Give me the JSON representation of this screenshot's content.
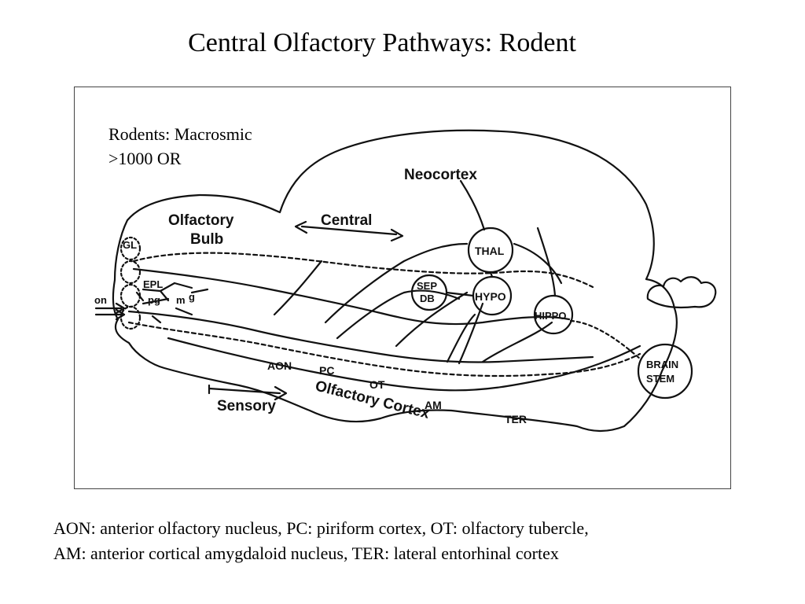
{
  "slide": {
    "title": "Central Olfactory Pathways: Rodent",
    "note_line1": "Rodents: Macrosmic",
    "note_line2": ">1000 OR",
    "caption_line1": "AON: anterior olfactory nucleus, PC: piriform cortex, OT: olfactory tubercle,",
    "caption_line2": "AM: anterior cortical amygdaloid nucleus, TER: lateral entorhinal cortex"
  },
  "diagram": {
    "labels": {
      "neocortex": "Neocortex",
      "central": "Central",
      "olfactory_bulb_1": "Olfactory",
      "olfactory_bulb_2": "Bulb",
      "gl": "GL",
      "epl": "EPL",
      "g": "g",
      "pg": "pg",
      "m": "m",
      "on": "on",
      "thal": "THAL",
      "sep": "SEP",
      "db": "DB",
      "hypo": "HYPO",
      "hippo": "HIPPO",
      "brain": "BRAIN",
      "stem": "STEM",
      "aon": "AON",
      "pc": "PC",
      "ot": "OT",
      "am": "AM",
      "ter": "TER",
      "sensory": "Sensory",
      "olfactory_cortex": "Olfactory Cortex"
    }
  }
}
